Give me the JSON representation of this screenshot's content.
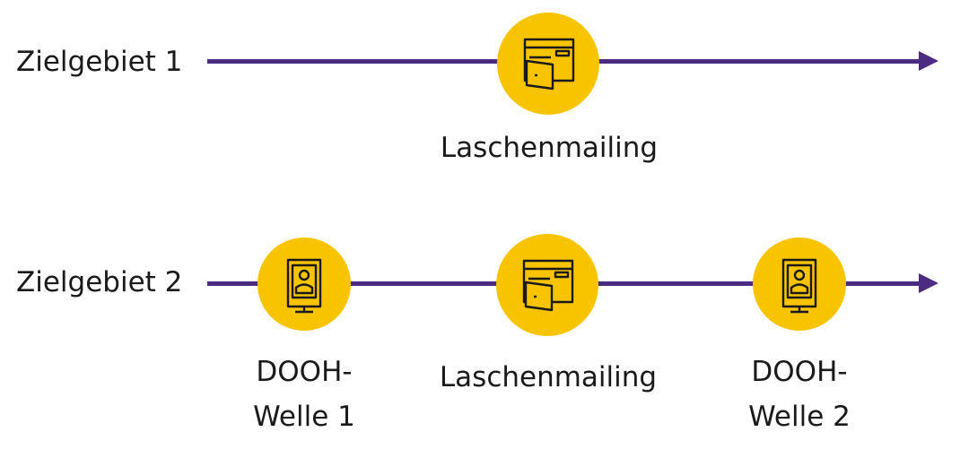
{
  "colors": {
    "line": "#4b2c82",
    "node_fill": "#f8c400",
    "icon_stroke": "#1a1a1a",
    "text": "#1a1a1a"
  },
  "rows": [
    {
      "label": "Zielgebiet 1",
      "nodes": [
        {
          "icon": "mailing-flap-icon",
          "caption": "Laschenmailing"
        }
      ]
    },
    {
      "label": "Zielgebiet 2",
      "nodes": [
        {
          "icon": "dooh-screen-icon",
          "caption_line1": "DOOH-",
          "caption_line2": "Welle 1"
        },
        {
          "icon": "mailing-flap-icon",
          "caption": "Laschenmailing"
        },
        {
          "icon": "dooh-screen-icon",
          "caption_line1": "DOOH-",
          "caption_line2": "Welle 2"
        }
      ]
    }
  ]
}
